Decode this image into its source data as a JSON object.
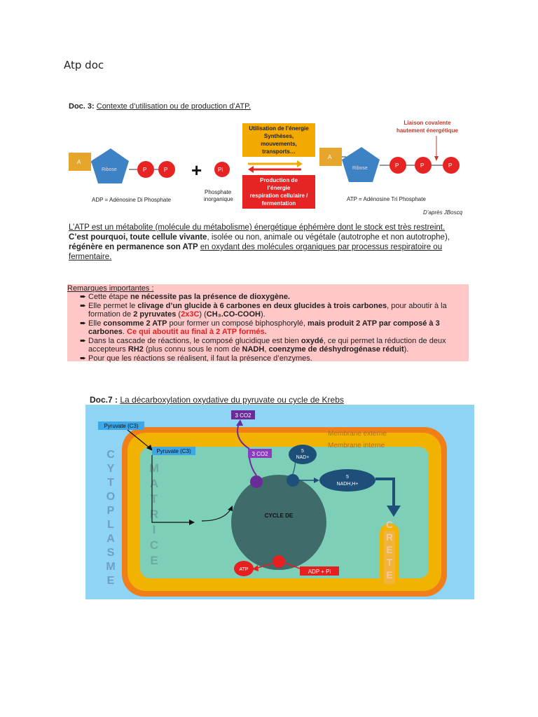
{
  "page": {
    "title": "Atp doc"
  },
  "doc3": {
    "label": "Doc. 3:",
    "heading": "Contexte d’utilisation ou de production d’ATP.",
    "adp": {
      "adenine": "A",
      "ribose": "Ribose",
      "phosphate": "P",
      "caption": "ADP = Adénosine Di Phosphate"
    },
    "plus": "+",
    "pi": {
      "symbol": "Pi",
      "caption_line1": "Phosphate",
      "caption_line2": "inorganique"
    },
    "utilisation": [
      "Utilisation de l’énergie",
      "Synthèses,",
      "mouvements,",
      "transports…"
    ],
    "production": [
      "Production de",
      "l’énergie",
      "respiration cellulaire /",
      "fermentation"
    ],
    "atp": {
      "adenine": "A",
      "ribose": "Ribose",
      "phosphate": "P",
      "caption": "ATP = Adénosine Tri Phosphate"
    },
    "liaison": [
      "Liaison covalente",
      "hautement énergétique"
    ],
    "credit": "D’après JBoscq",
    "paragraph": {
      "line1": "L’ATP est un métabolite (molécule du métabolisme) énergétique éphémère dont le stock est très restreint.",
      "line2_bold": "C’est pourquoi, toute cellule vivante",
      "line2_rest": ", isolée ou non, animale ou végétale (autotrophe et non autotrophe),",
      "line3_bold": "régénère en permanence son ATP",
      "line3_u": "en oxydant des molécules organiques par processus respiratoire ou",
      "line4_u": "fermentaire."
    }
  },
  "remarks": {
    "title": "Remarques importantes :",
    "arrow": "➨",
    "items": [
      {
        "parts": [
          [
            "Cette étape ",
            ""
          ],
          [
            "ne nécessite pas la présence de dioxygène.",
            "b"
          ]
        ]
      },
      {
        "parts": [
          [
            "Elle permet le ",
            ""
          ],
          [
            "clivage d’un glucide à 6 carbones en deux glucides à trois carbones",
            "b"
          ],
          [
            ", pour aboutir à la formation de ",
            ""
          ],
          [
            "2 pyruvates",
            "b"
          ],
          [
            " (",
            ""
          ],
          [
            "2x3C",
            "r"
          ],
          [
            ") (",
            ""
          ],
          [
            "CH₃.CO-COOH",
            "b"
          ],
          [
            ").",
            ""
          ]
        ]
      },
      {
        "parts": [
          [
            "Elle ",
            ""
          ],
          [
            "consomme 2 ATP",
            "b"
          ],
          [
            " pour former un composé biphosphorylé, ",
            ""
          ],
          [
            "mais produit 2 ATP par composé à 3 carbones",
            "b"
          ],
          [
            ". ",
            ""
          ],
          [
            "Ce qui aboutit au final à 2 ATP formés.",
            "r"
          ]
        ]
      },
      {
        "parts": [
          [
            "Dans la cascade de réactions, le composé glucidique est bien ",
            ""
          ],
          [
            "oxydé",
            "b"
          ],
          [
            ", ce qui permet la réduction de deux accepteurs ",
            ""
          ],
          [
            "RH2",
            "b"
          ],
          [
            " (plus connu sous le nom de ",
            ""
          ],
          [
            "NADH",
            "b"
          ],
          [
            ", ",
            ""
          ],
          [
            "coenzyme de déshydrogénase réduit",
            "b"
          ],
          [
            ").",
            ""
          ]
        ]
      },
      {
        "parts": [
          [
            "Pour que les réactions se réalisent, il faut la présence d’enzymes.",
            ""
          ]
        ]
      }
    ]
  },
  "doc7": {
    "label": "Doc.7 :",
    "heading": "La décarboxylation oxydative du pyruvate ou cycle de Krebs",
    "pyruvate_out": "Pyruvate (C3)",
    "pyruvate_in": "Pyruvate (C3)",
    "co2_top": "3 CO2",
    "co2_inner": "3 CO2",
    "nad": [
      "5",
      "NAD+"
    ],
    "nadh": [
      "5",
      "NADH,H+"
    ],
    "membrane_ext": "Membrane externe",
    "membrane_int": "Membrane interne",
    "cycle": "CYCLE DE",
    "atp": "ATP",
    "adp_pi": "ADP + Pi",
    "cytoplasme": [
      "C",
      "Y",
      "T",
      "O",
      "P",
      "L",
      "A",
      "S",
      "M",
      "E"
    ],
    "matrice": [
      "M",
      "A",
      "T",
      "R",
      "I",
      "C",
      "E"
    ],
    "crete": [
      "C",
      "R",
      "E",
      "T",
      "E"
    ]
  }
}
